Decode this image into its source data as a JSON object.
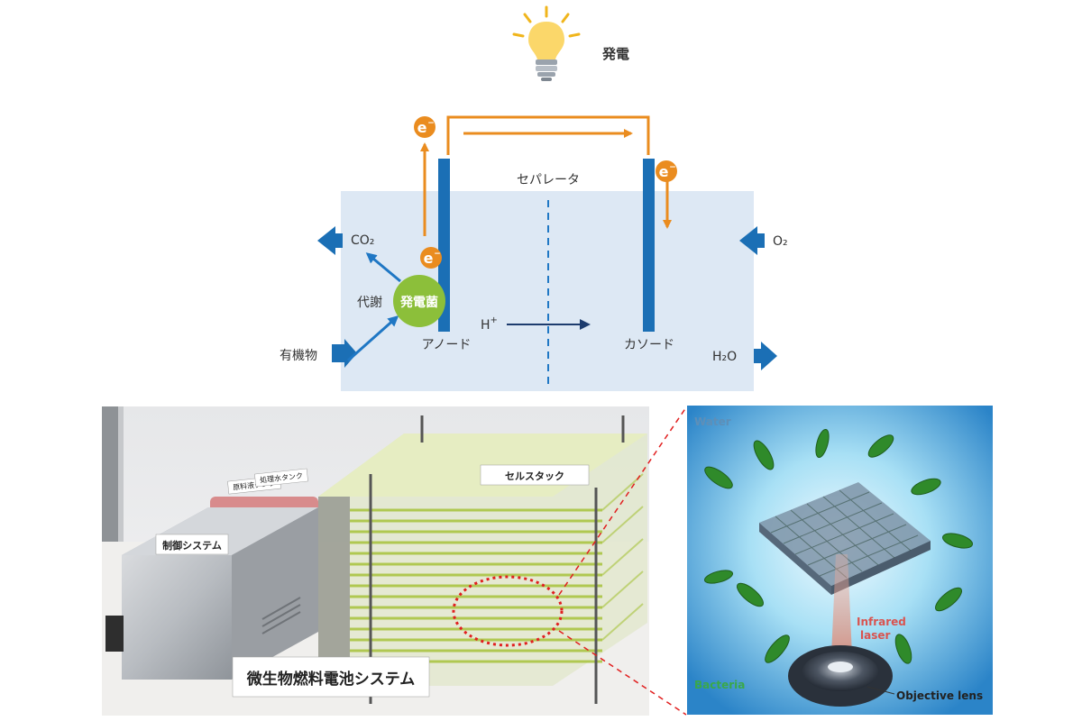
{
  "diagram": {
    "power_label": "発電",
    "separator_label": "セパレータ",
    "electron_symbol": "e",
    "electron_superscript": "−",
    "co2_label": "CO₂",
    "o2_label": "O₂",
    "metabolism_label": "代謝",
    "bacteria_label": "発電菌",
    "proton_label": "H",
    "proton_superscript": "+",
    "organic_label": "有機物",
    "anode_label": "アノード",
    "cathode_label": "カソード",
    "water_label": "H₂O"
  },
  "photo": {
    "tank1_label": "原料液タンク",
    "tank2_label": "処理水タンク",
    "control_label": "制御システム",
    "stack_label": "セルスタック",
    "system_label": "微生物燃料電池システム"
  },
  "illustration": {
    "water_label": "Water",
    "laser_label_line1": "Infrared",
    "laser_label_line2": "laser",
    "bacteria_label": "Bacteria",
    "objective_label": "Objective lens"
  },
  "colors": {
    "electrode_blue": "#1b6fb5",
    "arrow_blue": "#1f77c4",
    "electron_orange": "#ea8c1f",
    "bacteria_green": "#8cbf3a",
    "cell_bg": "#dde8f4",
    "proton_arrow": "#1d3c6e"
  }
}
